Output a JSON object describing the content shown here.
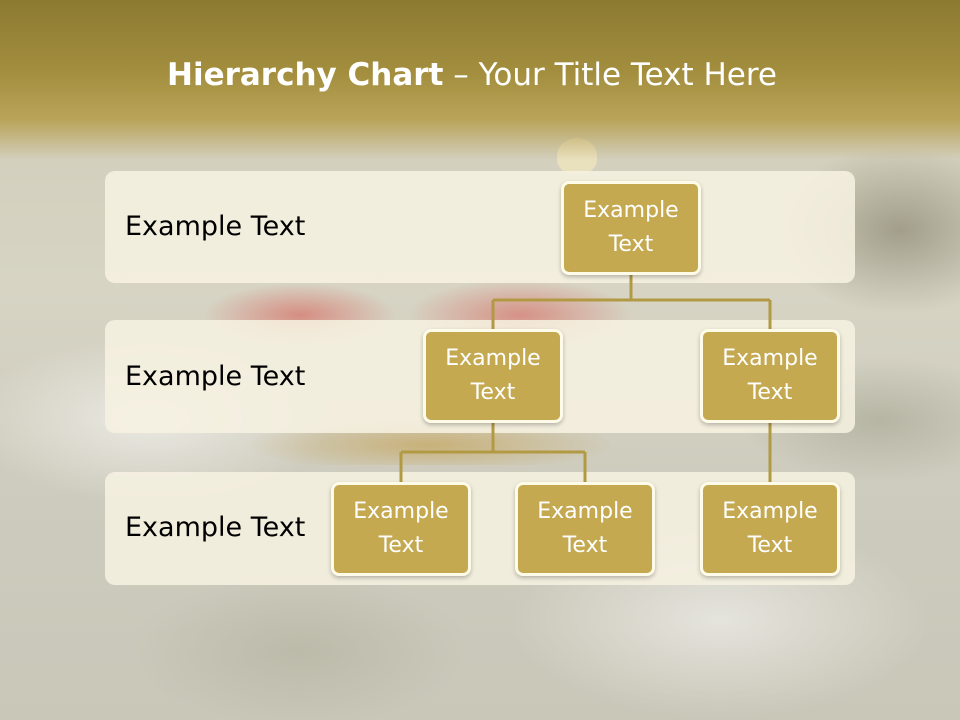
{
  "slide": {
    "title_bold": "Hierarchy Chart",
    "title_rest": " – Your Title Text Here"
  },
  "levels": [
    {
      "label": "Example Text"
    },
    {
      "label": "Example Text"
    },
    {
      "label": "Example Text"
    }
  ],
  "nodes": {
    "root": "Example\nText",
    "left": "Example\nText",
    "right": "Example\nText",
    "left_child_1": "Example\nText",
    "left_child_2": "Example\nText",
    "right_child": "Example\nText"
  },
  "colors": {
    "title_band": "#9a8538",
    "node_fill": "#c4a951",
    "node_border": "#fffbe9",
    "connector": "#b29a45",
    "level_band": "#f7f2e2"
  }
}
